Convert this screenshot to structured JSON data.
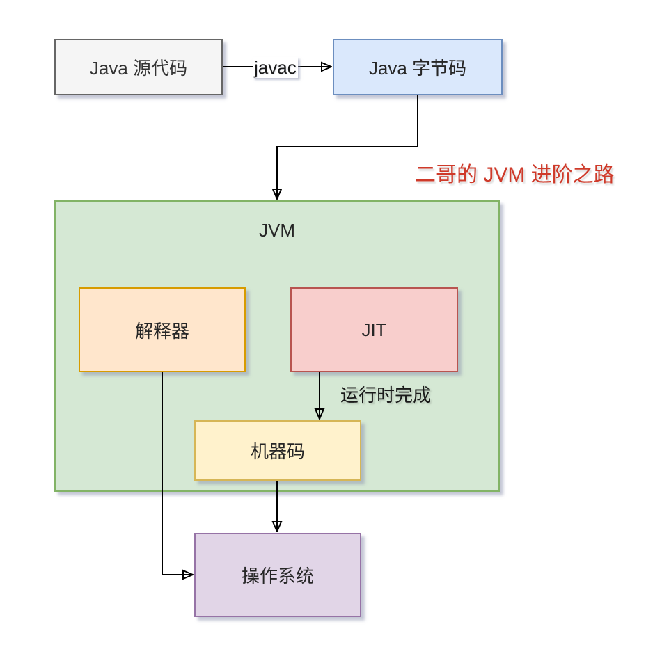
{
  "diagram": {
    "title": {
      "text": "二哥的 JVM 进阶之路",
      "color": "#cf3a2a"
    },
    "nodes": {
      "source": {
        "label": "Java 源代码",
        "fill": "#f5f5f5",
        "border": "#666666"
      },
      "bytecode": {
        "label": "Java 字节码",
        "fill": "#dae8fc",
        "border": "#6c8ebf"
      },
      "jvm": {
        "label": "JVM",
        "fill": "#d5e8d4",
        "border": "#82b366"
      },
      "interpreter": {
        "label": "解释器",
        "fill": "#ffe6cc",
        "border": "#d79b00"
      },
      "jit": {
        "label": "JIT",
        "fill": "#f8cecc",
        "border": "#b85450"
      },
      "machine_code": {
        "label": "机器码",
        "fill": "#fff2cc",
        "border": "#d6b656"
      },
      "os": {
        "label": "操作系统",
        "fill": "#e1d5e7",
        "border": "#9673a6"
      }
    },
    "edge_labels": {
      "javac": "javac",
      "runtime": "运行时完成"
    },
    "edges": [
      {
        "name": "source-to-bytecode"
      },
      {
        "name": "bytecode-to-jvm"
      },
      {
        "name": "jit-to-machine-code"
      },
      {
        "name": "machine-code-to-os"
      },
      {
        "name": "interpreter-to-os"
      }
    ]
  }
}
